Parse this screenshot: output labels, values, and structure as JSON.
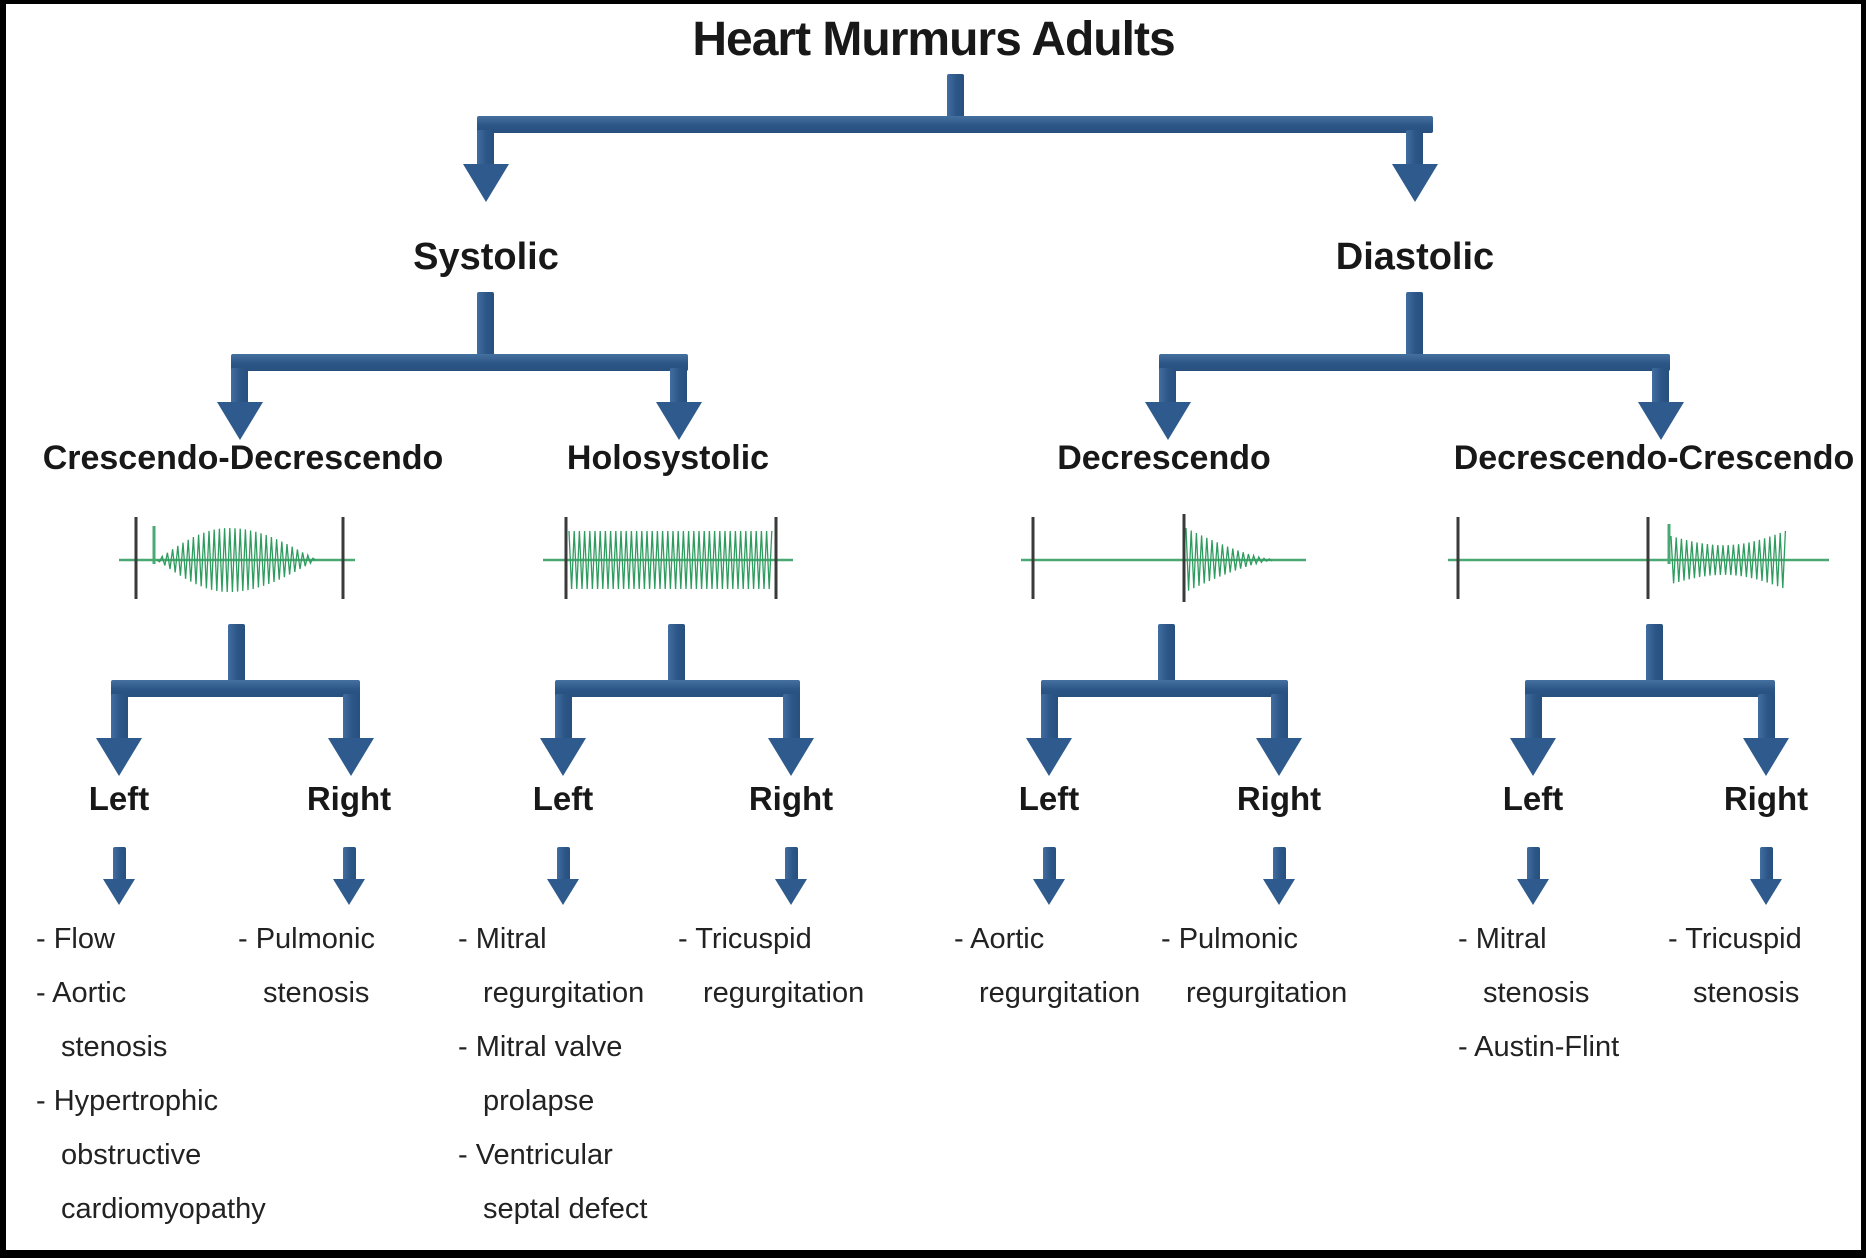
{
  "title": "Heart Murmurs Adults",
  "colors": {
    "connector_blue": "#2e5a8d",
    "waveform_green": "#2f9c5f",
    "waveform_baseline_green": "#4aa873",
    "waveform_bar_black": "#3a3a3a",
    "text_black": "#1c1c1c",
    "background": "#ffffff",
    "frame": "#000000"
  },
  "level1": [
    {
      "label": "Systolic"
    },
    {
      "label": "Diastolic"
    }
  ],
  "groups": [
    {
      "label": "Crescendo-Decrescendo",
      "parent": "Systolic",
      "waveform": "crescendo-decrescendo-waveform",
      "left": {
        "label": "Left",
        "items": [
          [
            "- Flow"
          ],
          [
            "- Aortic",
            "stenosis"
          ],
          [
            "- Hypertrophic",
            "obstructive",
            "cardiomyopathy"
          ]
        ]
      },
      "right": {
        "label": "Right",
        "items": [
          [
            "- Pulmonic",
            "stenosis"
          ]
        ]
      }
    },
    {
      "label": "Holosystolic",
      "parent": "Systolic",
      "waveform": "holosystolic-waveform",
      "left": {
        "label": "Left",
        "items": [
          [
            "- Mitral",
            "regurgitation"
          ],
          [
            "- Mitral valve",
            "prolapse"
          ],
          [
            "- Ventricular",
            "septal defect"
          ]
        ]
      },
      "right": {
        "label": "Right",
        "items": [
          [
            "- Tricuspid",
            "regurgitation"
          ]
        ]
      }
    },
    {
      "label": "Decrescendo",
      "parent": "Diastolic",
      "waveform": "decrescendo-waveform",
      "left": {
        "label": "Left",
        "items": [
          [
            "- Aortic",
            "regurgitation"
          ]
        ]
      },
      "right": {
        "label": "Right",
        "items": [
          [
            "- Pulmonic",
            "regurgitation"
          ]
        ]
      }
    },
    {
      "label": "Decrescendo-Crescendo",
      "parent": "Diastolic",
      "waveform": "decrescendo-crescendo-waveform",
      "left": {
        "label": "Left",
        "items": [
          [
            "- Mitral",
            "stenosis"
          ],
          [
            "- Austin-Flint"
          ]
        ]
      },
      "right": {
        "label": "Right",
        "items": [
          [
            "- Tricuspid",
            "stenosis"
          ]
        ]
      }
    }
  ]
}
